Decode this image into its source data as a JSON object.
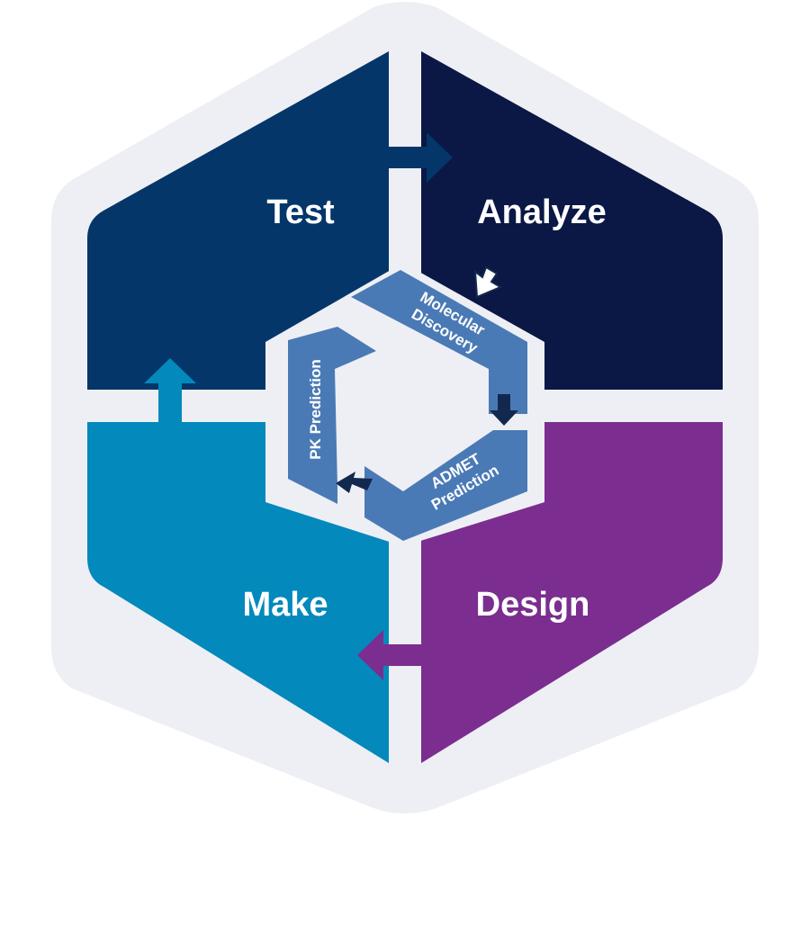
{
  "outer_cycle": {
    "quadrants": [
      {
        "id": "test",
        "label": "Test",
        "color": "#04366a"
      },
      {
        "id": "analyze",
        "label": "Analyze",
        "color": "#0b1744"
      },
      {
        "id": "design",
        "label": "Design",
        "color": "#7b2e8f"
      },
      {
        "id": "make",
        "label": "Make",
        "color": "#0389bc"
      }
    ]
  },
  "inner_cycle": {
    "color": "#4a7ab5",
    "arrow_color": "#13284f",
    "steps": [
      {
        "id": "molecular-discovery",
        "lines": [
          "Molecular",
          "Discovery"
        ]
      },
      {
        "id": "admet-prediction",
        "lines": [
          "ADMET",
          "Prediction"
        ]
      },
      {
        "id": "pk-prediction",
        "lines": [
          "PK Prediction"
        ]
      }
    ]
  },
  "colors": {
    "frame": "#eeeff4",
    "page": "#ffffff"
  }
}
